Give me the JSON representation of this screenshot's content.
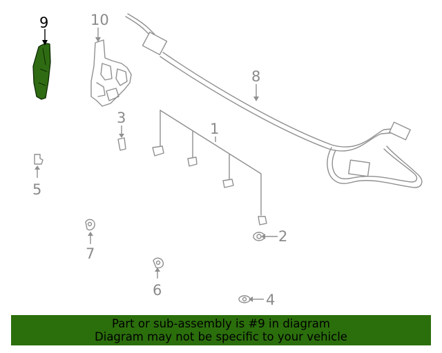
{
  "diagram": {
    "highlighted_part": "9",
    "callouts": {
      "c1": "1",
      "c2": "2",
      "c3": "3",
      "c4": "4",
      "c5": "5",
      "c6": "6",
      "c7": "7",
      "c8": "8",
      "c9": "9",
      "c10": "10"
    },
    "colors": {
      "highlight_fill": "#2f6b12",
      "line_gray": "#8f8f8f",
      "banner_bg": "#2b6e0c"
    }
  },
  "banner": {
    "line1": "Part or sub-assembly is #9 in diagram",
    "line2": "Diagram may not be specific to your vehicle"
  }
}
